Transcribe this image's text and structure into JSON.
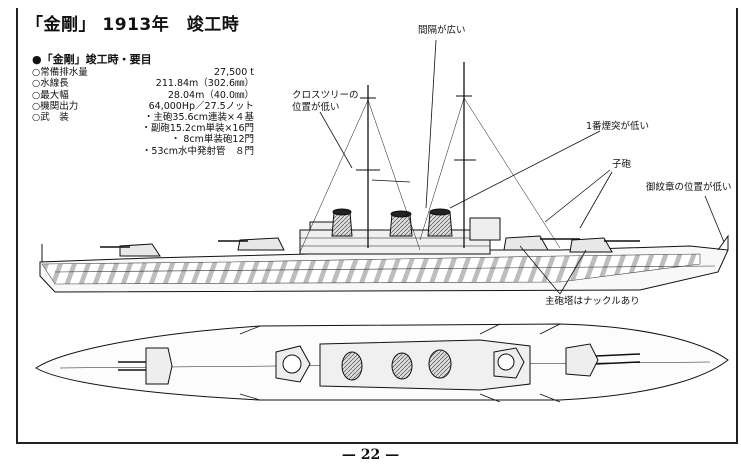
{
  "title": "「金剛」 1913年　竣工時",
  "specs": {
    "subtitle": "●「金剛」竣工時・要目",
    "rows": [
      {
        "label": "○常備排水量",
        "value": "27,500 t"
      },
      {
        "label": "○水線長",
        "value": "211.84m（302.6㎜）"
      },
      {
        "label": "○最大幅",
        "value": "28.04m（40.0㎜）"
      },
      {
        "label": "○機関出力",
        "value": "64,000Hp／27.5ノット"
      },
      {
        "label": "○武　装",
        "value": "・主砲35.6cm連装×４基"
      }
    ],
    "armament": [
      "・副砲15.2cm単装×16門",
      "・ 8cm単装砲12門",
      "・53cm水中発射管　８門"
    ]
  },
  "annotations": {
    "spacing": "間隔が広い",
    "crosstree": [
      "クロスツリーの",
      "位置が低い"
    ],
    "funnel": "1番煙突が低い",
    "secondary": "子砲",
    "crest": "御紋章の位置が低い",
    "turret": "主砲塔はナックルあり"
  },
  "page_number": "— 22 —"
}
